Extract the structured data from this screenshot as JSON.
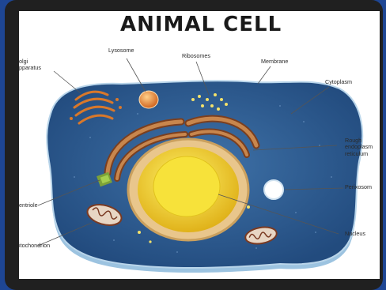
{
  "title": "ANIMAL CELL",
  "labels": {
    "golgi": "olgi\npparatus",
    "lysosome": "Lysosome",
    "ribosomes": "Ribosomes",
    "membrane": "Membrane",
    "cytoplasm": "Cytoplasm",
    "rough_er": "Rough\nendoplasm\nreticulum",
    "perixosome": "Perixosom",
    "centriole": "entriole",
    "nucleus": "Nucleus",
    "mitochondrion": "itochondrion"
  },
  "colors": {
    "cell_body": "#2f5f93",
    "cell_edge": "#8fb8d8",
    "organelle_orange": "#d9782a",
    "nucleus_yellow": "#f2d51e"
  }
}
